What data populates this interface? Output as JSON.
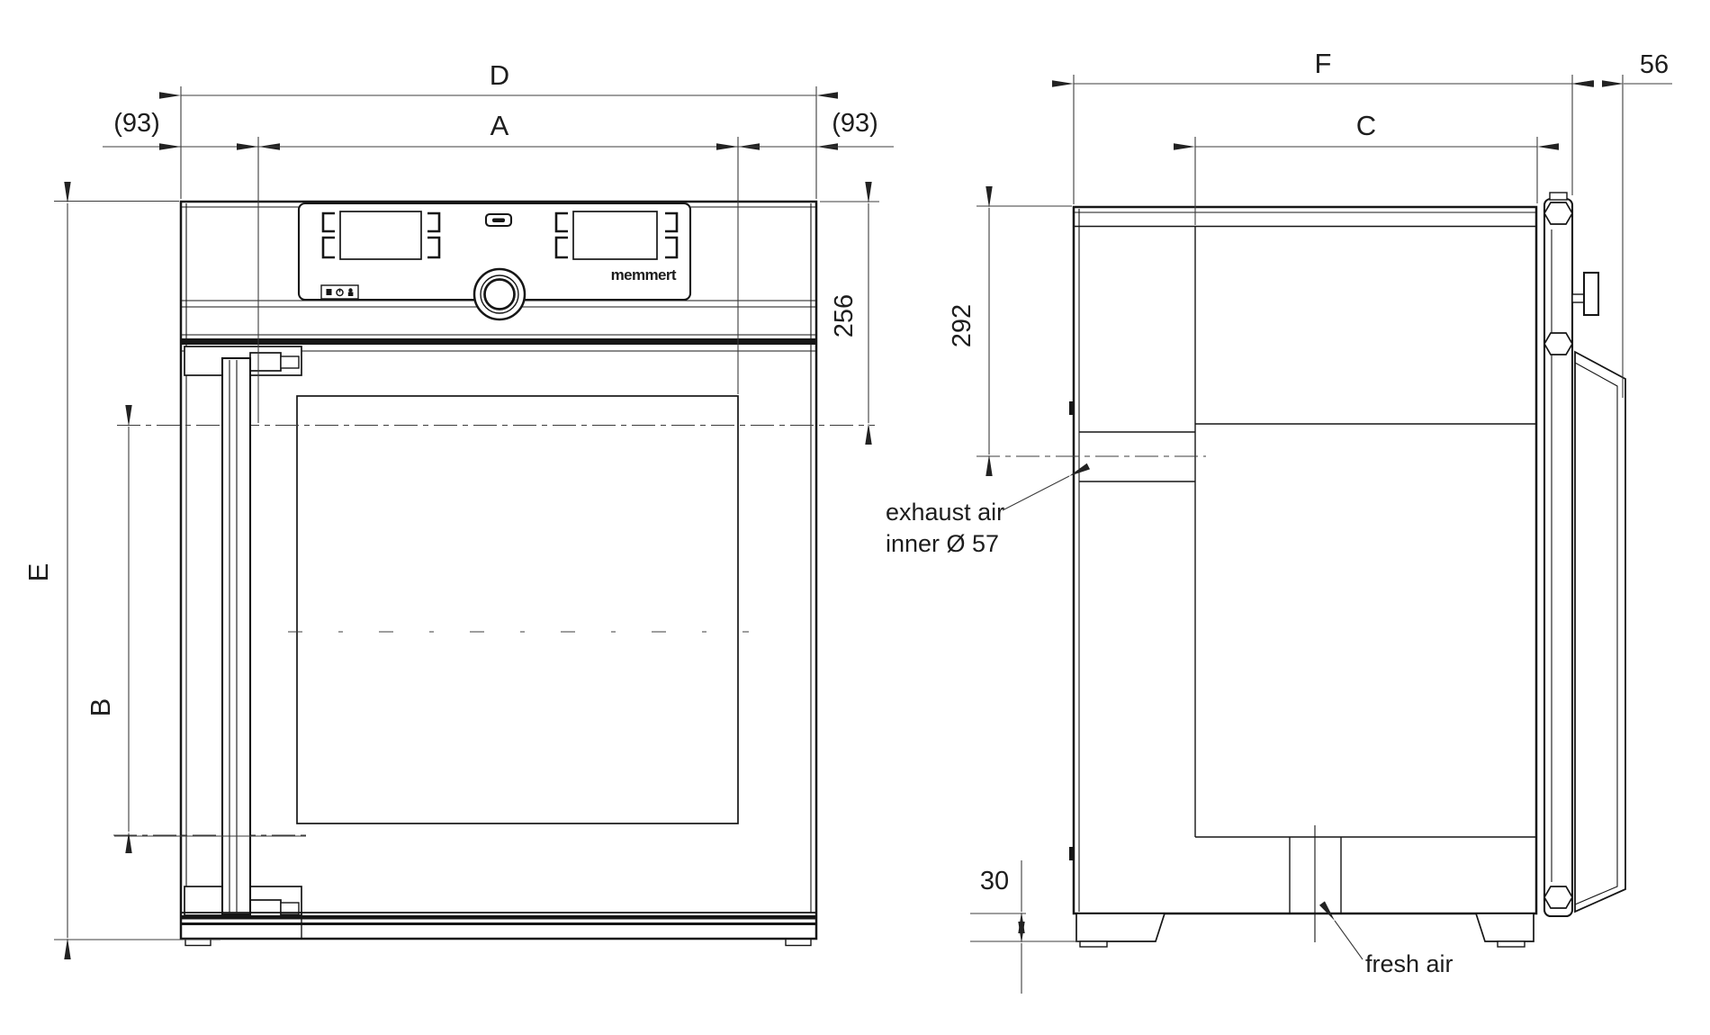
{
  "colors": {
    "background": "#ffffff",
    "line": "#161616",
    "dimension_line": "#3c3c3c"
  },
  "logo": {
    "text": "memmert"
  },
  "dimensions": {
    "front": {
      "total_width": "D",
      "interior_width": "A",
      "offset_left": "(93)",
      "offset_right": "(93)",
      "total_height": "E",
      "interior_height": "B",
      "control_panel_height": "256"
    },
    "side": {
      "total_depth": "F",
      "door_depth": "56",
      "interior_depth": "C",
      "exhaust_port_height": "292",
      "base_height": "30"
    }
  },
  "annotations": {
    "exhaust_air": "exhaust air",
    "exhaust_inner_diameter": "inner Ø 57",
    "fresh_air": "fresh air"
  }
}
